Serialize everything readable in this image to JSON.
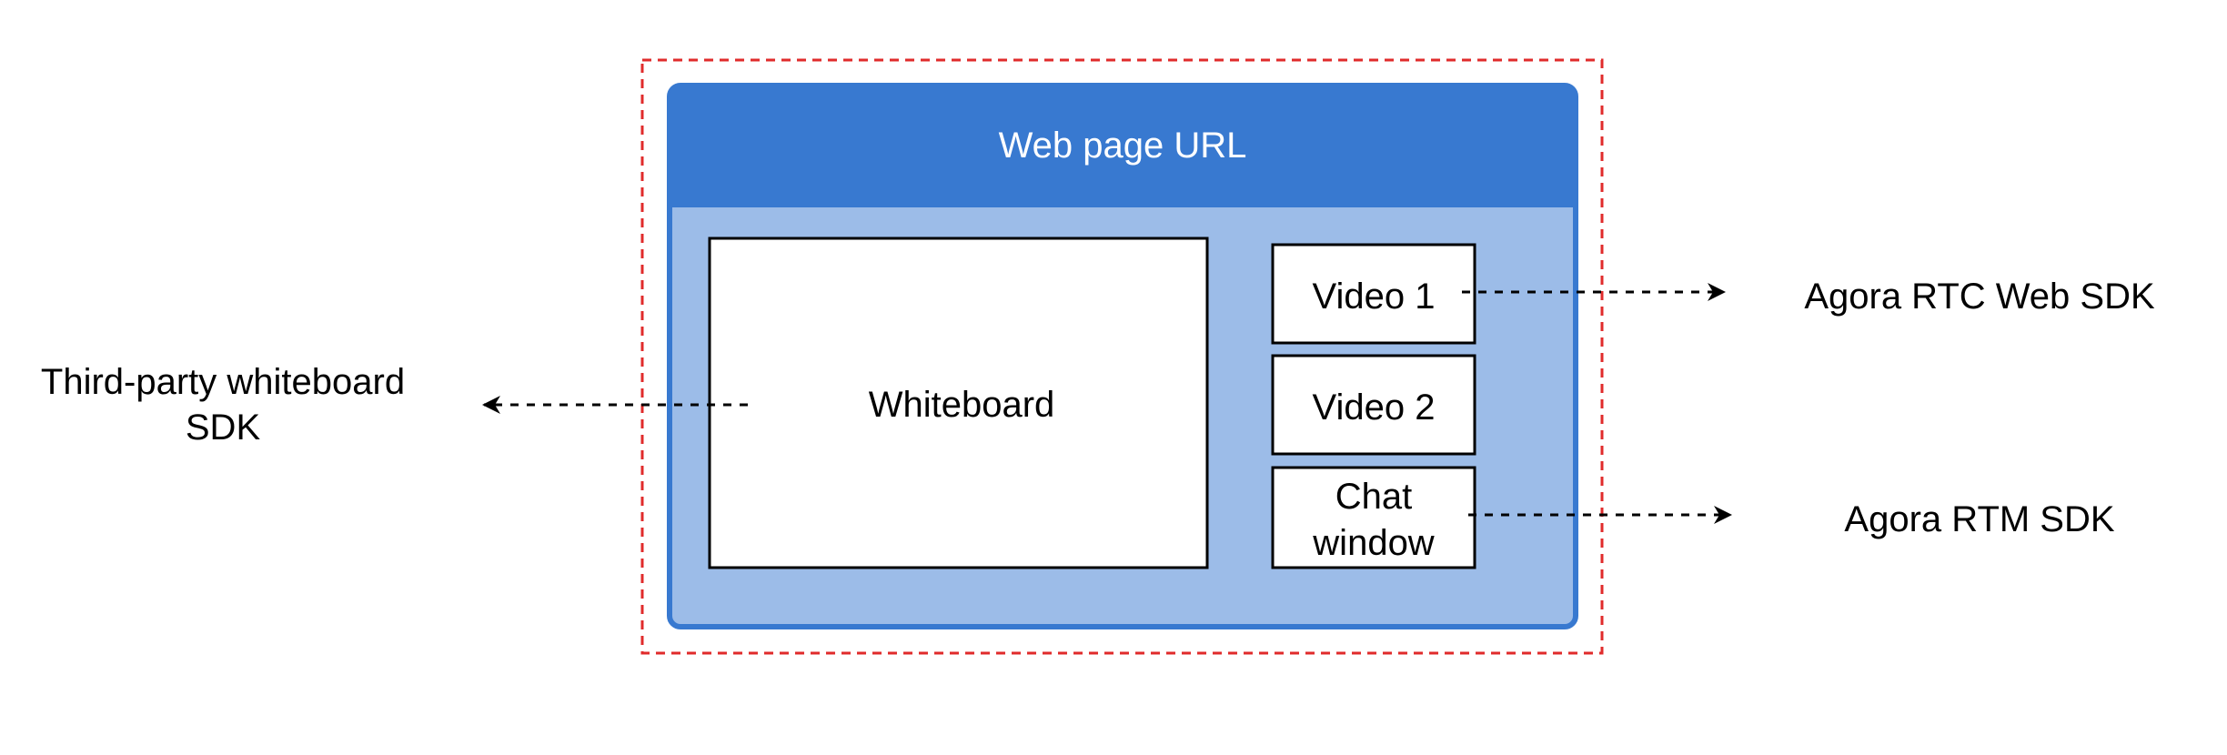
{
  "window": {
    "title": "Web page URL"
  },
  "panels": {
    "whiteboard": "Whiteboard",
    "video1": "Video 1",
    "video2": "Video 2",
    "chat_line1": "Chat",
    "chat_line2": "window"
  },
  "sdks": {
    "whiteboard_line1": "Third-party whiteboard",
    "whiteboard_line2": "SDK",
    "rtc": "Agora RTC Web SDK",
    "rtm": "Agora RTM SDK"
  },
  "colors": {
    "browser_header": "#3879d0",
    "browser_body": "#9cbce8",
    "browser_border": "#3879d0",
    "boundary": "#e02b2b",
    "panel_fill": "#ffffff",
    "stroke": "#000000"
  }
}
